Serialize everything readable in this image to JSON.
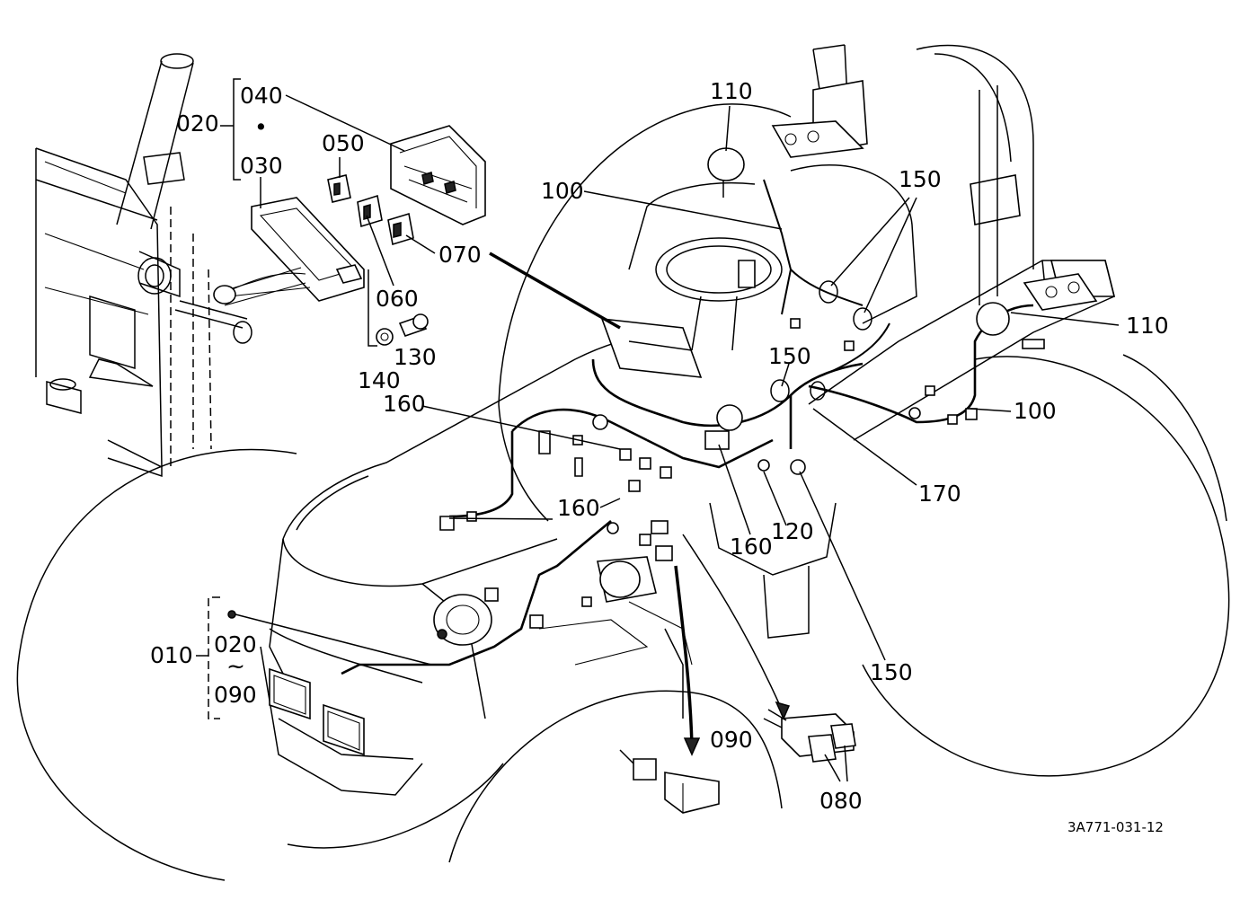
{
  "diagram": {
    "drawing_number": "3A771-031-12",
    "callouts": [
      {
        "id": "c010",
        "text": "010"
      },
      {
        "id": "c020a",
        "text": "020"
      },
      {
        "id": "c020b",
        "text": "020"
      },
      {
        "id": "c030",
        "text": "030"
      },
      {
        "id": "c040",
        "text": "040"
      },
      {
        "id": "c050",
        "text": "050"
      },
      {
        "id": "c060",
        "text": "060"
      },
      {
        "id": "c070",
        "text": "070"
      },
      {
        "id": "c080",
        "text": "080"
      },
      {
        "id": "c090a",
        "text": "090"
      },
      {
        "id": "c090b",
        "text": "090"
      },
      {
        "id": "c100a",
        "text": "100"
      },
      {
        "id": "c100b",
        "text": "100"
      },
      {
        "id": "c110a",
        "text": "110"
      },
      {
        "id": "c110b",
        "text": "110"
      },
      {
        "id": "c120",
        "text": "120"
      },
      {
        "id": "c130",
        "text": "130"
      },
      {
        "id": "c140",
        "text": "140"
      },
      {
        "id": "c150a",
        "text": "150"
      },
      {
        "id": "c150b",
        "text": "150"
      },
      {
        "id": "c150c",
        "text": "150"
      },
      {
        "id": "c160a",
        "text": "160"
      },
      {
        "id": "c160b",
        "text": "160"
      },
      {
        "id": "c160c",
        "text": "160"
      },
      {
        "id": "c170",
        "text": "170"
      }
    ],
    "range_separator": "~",
    "bullet": "•"
  }
}
